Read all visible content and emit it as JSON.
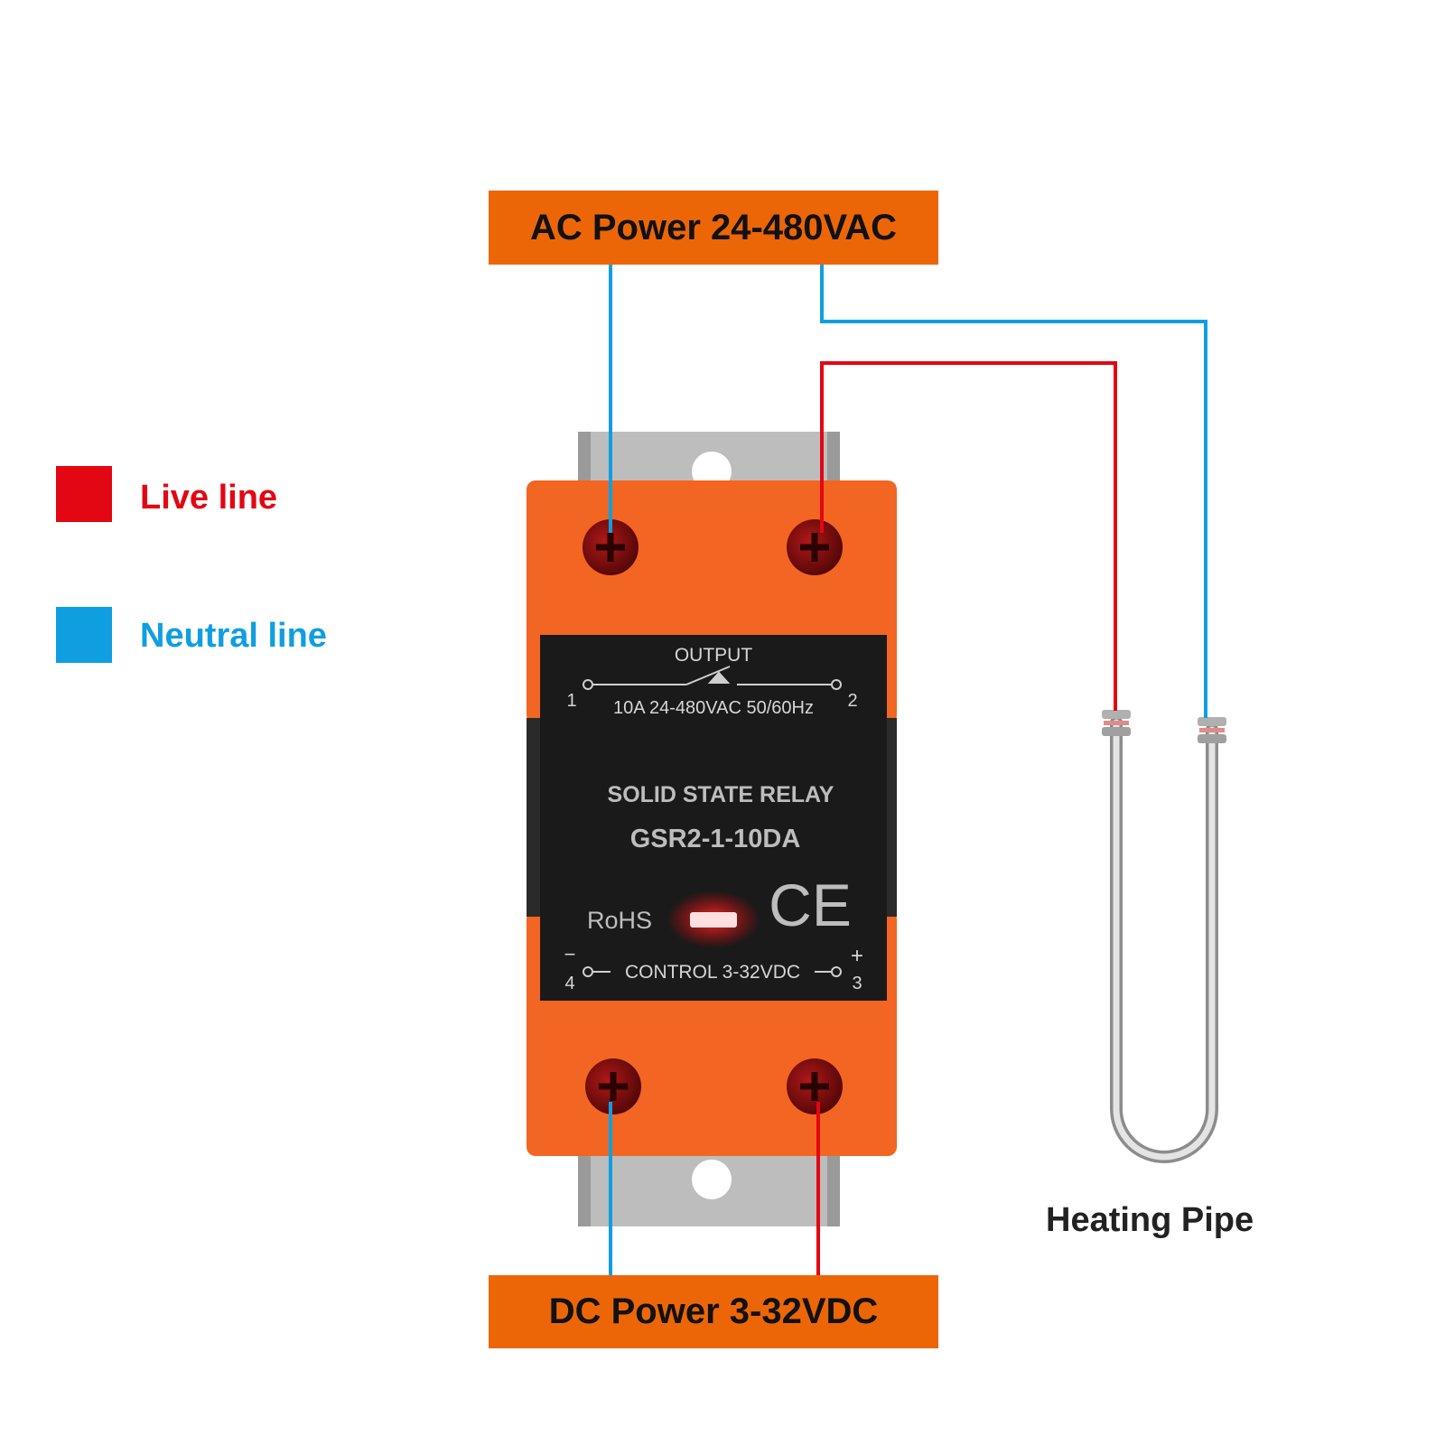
{
  "ac_power_label": "AC Power 24-480VAC",
  "dc_power_label": "DC Power 3-32VDC",
  "legend": {
    "live": {
      "label": "Live line",
      "color": "#e30613"
    },
    "neutral": {
      "label": "Neutral line",
      "color": "#0f9fe0"
    }
  },
  "heating_pipe_label": "Heating Pipe",
  "relay": {
    "output_label": "OUTPUT",
    "output_rating": "10A 24-480VAC 50/60Hz",
    "type": "SOLID STATE RELAY",
    "model": "GSR2-1-10DA",
    "rohs": "RoHS",
    "ce": "CE",
    "control_label": "CONTROL  3-32VDC",
    "terminal_1": "1",
    "terminal_2": "2",
    "terminal_3": "3",
    "terminal_4": "4",
    "minus": "−",
    "plus": "+"
  },
  "colors": {
    "label_box": "#ec6608",
    "relay_body": "#f26522",
    "relay_face": "#1c1c1c",
    "bracket": "#b8b8b8",
    "screw": "#7a0a0a"
  }
}
